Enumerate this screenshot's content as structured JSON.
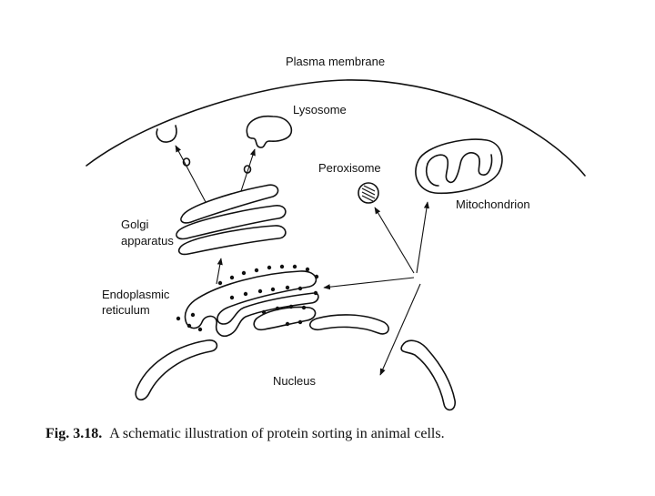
{
  "labels": {
    "plasma_membrane": "Plasma membrane",
    "lysosome": "Lysosome",
    "peroxisome": "Peroxisome",
    "mitochondrion": "Mitochondrion",
    "golgi_line1": "Golgi",
    "golgi_line2": "apparatus",
    "er_line1": "Endoplasmic",
    "er_line2": "reticulum",
    "nucleus": "Nucleus"
  },
  "caption": {
    "number": "Fig. 3.18.",
    "text": "A schematic illustration of protein sorting in animal cells."
  }
}
